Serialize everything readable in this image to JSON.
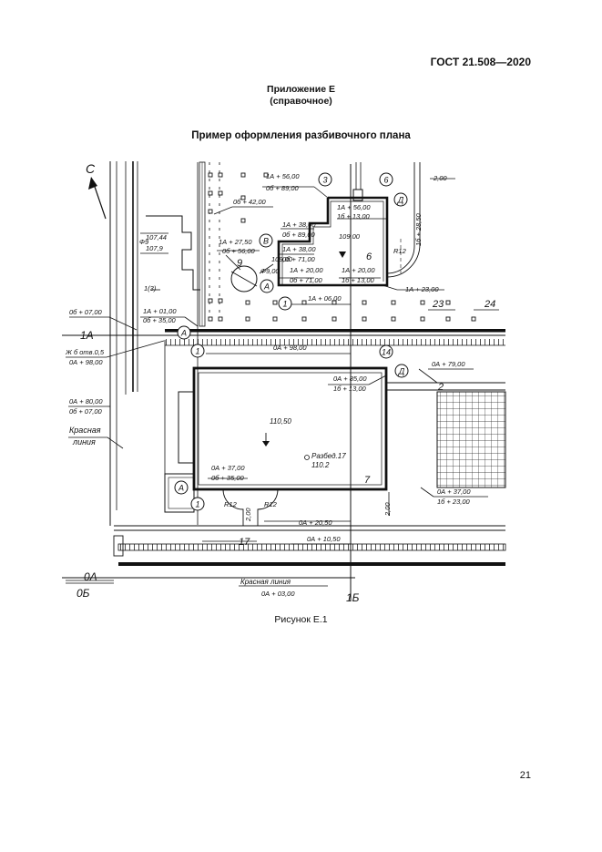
{
  "header": {
    "standard": "ГОСТ 21.508—2020"
  },
  "appendix": {
    "title": "Приложение Е",
    "subtitle": "(справочное)"
  },
  "figure": {
    "title": "Пример оформления разбивочного плана",
    "caption": "Рисунок Е.1"
  },
  "page": {
    "number": "21"
  },
  "plan": {
    "north": "С",
    "axes": {
      "a1": "1А",
      "oa": "0А",
      "ob": "0Б",
      "b16": "1Б",
      "m1": "1",
      "m14": "14",
      "m3": "3",
      "m6": "6"
    },
    "circles": {
      "a_a": "А",
      "a_b": "А",
      "a_c": "А",
      "v": "В",
      "d1": "Д",
      "d2": "Д",
      "n1": "1",
      "n1b": "1",
      "n1c": "1"
    },
    "labels": {
      "l1": "1А + 56,00",
      "l2": "0б + 89,00",
      "l3": "1А + 56,00",
      "l4": "1б + 13,00",
      "l5": "0б + 42,00",
      "l6": "1А + 38,00",
      "l7": "0б + 89,00",
      "l8": "1А + 27,50",
      "l9": "0б + 56,00",
      "l10": "109,00",
      "l11": "1А + 38,00",
      "l12": "0б + 71,00",
      "l13": "109,00",
      "l14": "1А + 20,00",
      "l15": "0б + 71,00",
      "l16": "1А + 20,00",
      "l17": "1б + 13,00",
      "l18": "1А + 23,00",
      "l19": "1А + 06,00",
      "l20": "1А + 01,00",
      "l21": "0б + 35,00",
      "l22": "0б + 07,00",
      "l23": "0А + 98,00",
      "l24": "0А + 85,00",
      "l25": "1б + 13,00",
      "l26": "0А + 79,00",
      "l27": "Ж б отв.0,5",
      "l28": "0А + 98,00",
      "l29": "0А + 80,00",
      "l30": "0б + 07,00",
      "l31": "Красная",
      "l32": "линия",
      "l33": "110,50",
      "l34": "Разбед.17",
      "l35": "110.2",
      "l36": "0А + 37,00",
      "l37": "0б + 35,00",
      "l38": "0А + 37,00",
      "l39": "1б + 23,00",
      "l40": "0А + 20,50",
      "l41": "0А + 10,50",
      "l42": "Красная линия",
      "l43": "0А + 03,00",
      "l44": "2,00",
      "l45": "1б + 28,50",
      "l46": "R12",
      "l47": "R12",
      "l48": "R12",
      "l49": "2,00",
      "l50": "0б + 56,00",
      "l51": "Ф9,00",
      "l52": "Ф9",
      "l53": "107,44",
      "l54": "107,9",
      "l55": "1(3)",
      "n2": "2",
      "n6": "6",
      "n7": "7",
      "n9": "9",
      "n17": "17",
      "n23": "23",
      "n24": "24"
    }
  }
}
